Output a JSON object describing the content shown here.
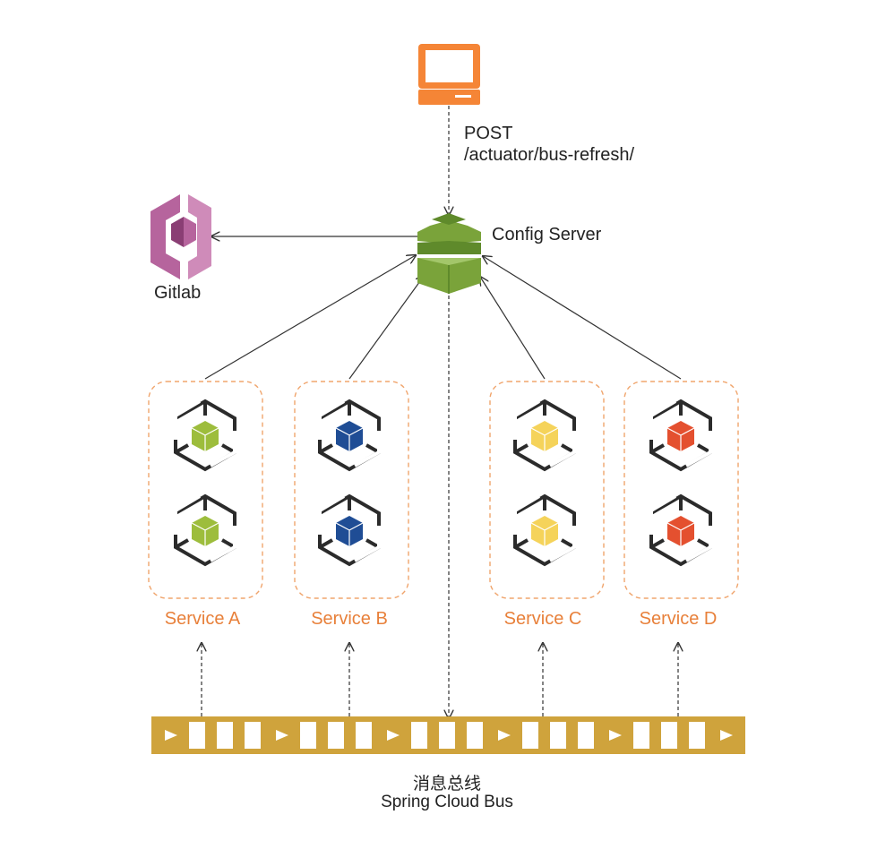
{
  "client": {
    "icon": "computer-icon",
    "color": "#f58536"
  },
  "request": {
    "method": "POST",
    "path": "/actuator/bus-refresh/"
  },
  "config_server": {
    "label": "Config Server",
    "icon": "config-server-icon",
    "color": "#7aa33a"
  },
  "gitlab": {
    "label": "Gitlab",
    "icon": "gitlab-icon",
    "color": "#b6649d"
  },
  "services": [
    {
      "label": "Service A",
      "color": "#9dbd3c"
    },
    {
      "label": "Service B",
      "color": "#1f4d95"
    },
    {
      "label": "Service C",
      "color": "#f5d35a"
    },
    {
      "label": "Service D",
      "color": "#e4502f"
    }
  ],
  "bus": {
    "title_cn": "消息总线",
    "title_en": "Spring Cloud Bus",
    "color": "#cfa33c"
  }
}
